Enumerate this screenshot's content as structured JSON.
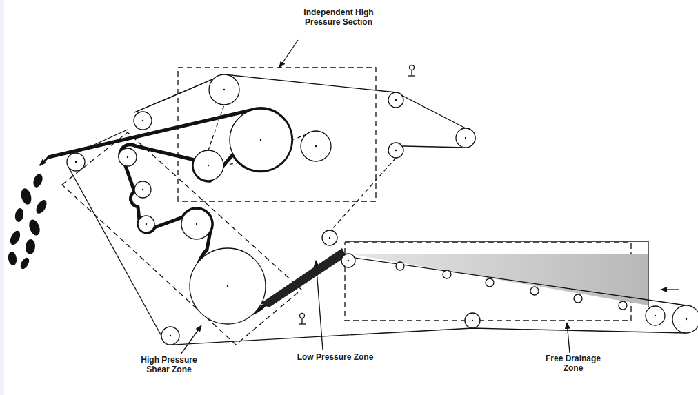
{
  "diagram": {
    "labels": [
      "Independent High Pressure Section",
      "High Pressure Shear Zone",
      "Low Pressure Zone",
      "Free Drainage Zone"
    ]
  }
}
